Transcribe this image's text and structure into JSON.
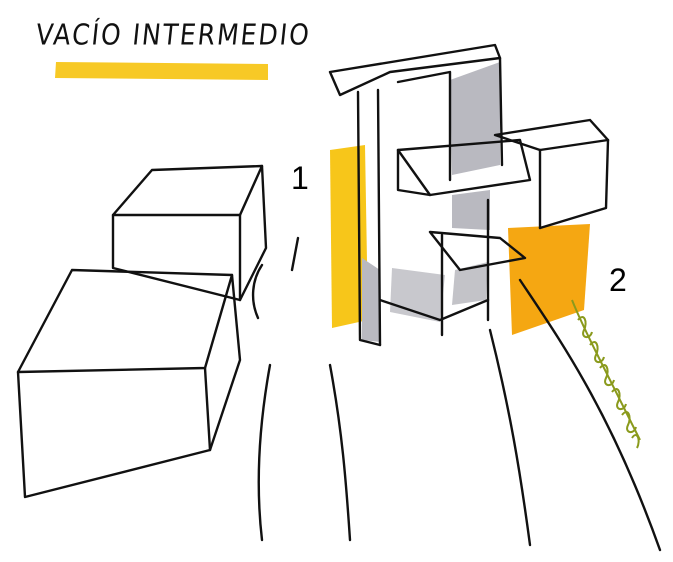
{
  "title": "VACÍO INTERMEDIO",
  "labels": {
    "one": "1",
    "two": "2"
  },
  "colors": {
    "highlight": "#f7c61a",
    "orange": "#f5a712",
    "grey": "#b9b9c0",
    "grass": "#8a9a1c",
    "ink": "#111111"
  }
}
